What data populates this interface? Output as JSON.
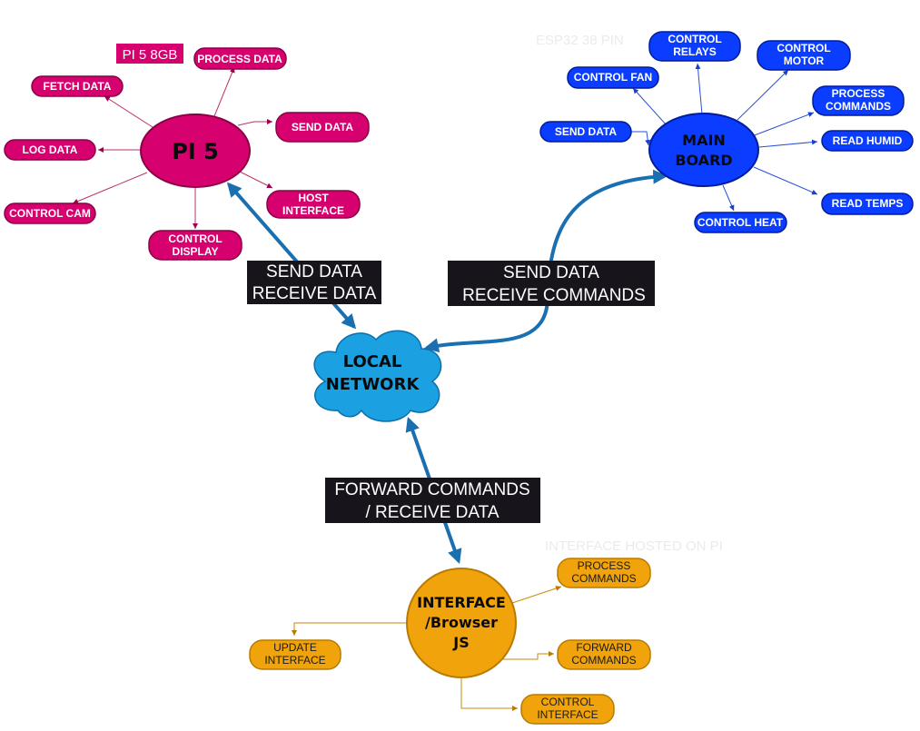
{
  "colors": {
    "pi": "#d6006f",
    "pi_dark": "#a0004f",
    "board": "#0a3dff",
    "board_dark": "#0020b0",
    "interface": "#f0a30a",
    "interface_dark": "#b87a00",
    "network": "#1ba1e2",
    "main_arrow": "#1a6fb0",
    "label_bg": "#18141c",
    "pi_tag_bg": "#d6006f",
    "faint_text": "#ebebeb"
  },
  "pi_tag": "PI 5 8GB",
  "esp_label": "ESP32 38 PIN",
  "interface_hosted_label": "INTERFACE HOSTED ON PI",
  "hubs": {
    "pi": "PI 5",
    "board": [
      "MAIN",
      "BOARD"
    ],
    "network": [
      "LOCAL",
      "NETWORK"
    ],
    "interface": [
      "INTERFACE",
      "/Browser",
      "JS"
    ]
  },
  "pi_nodes": {
    "process_data": "PROCESS DATA",
    "fetch_data": "FETCH DATA",
    "send_data": "SEND DATA",
    "log_data": "LOG DATA",
    "host_interface": [
      "HOST",
      "INTERFACE"
    ],
    "control_cam": "CONTROL CAM",
    "control_display": [
      "CONTROL",
      "DISPLAY"
    ]
  },
  "board_nodes": {
    "control_relays": [
      "CONTROL",
      "RELAYS"
    ],
    "control_motor": [
      "CONTROL",
      "MOTOR"
    ],
    "control_fan": "CONTROL FAN",
    "process_commands": [
      "PROCESS",
      "COMMANDS"
    ],
    "send_data": "SEND DATA",
    "read_humid": "READ HUMID",
    "read_temps": "READ TEMPS",
    "control_heat": "CONTROL HEAT"
  },
  "interface_nodes": {
    "process_commands": [
      "PROCESS",
      "COMMANDS"
    ],
    "update_interface": [
      "UPDATE",
      "INTERFACE"
    ],
    "forward_commands": [
      "FORWARD",
      "COMMANDS"
    ],
    "control_interface": [
      "CONTROL",
      "INTERFACE"
    ]
  },
  "link_labels": {
    "pi_network": [
      "SEND DATA",
      "RECEIVE DATA"
    ],
    "board_network": [
      "SEND DATA",
      "RECEIVE COMMANDS"
    ],
    "interface_network": [
      "FORWARD COMMANDS",
      "/ RECEIVE DATA"
    ]
  }
}
